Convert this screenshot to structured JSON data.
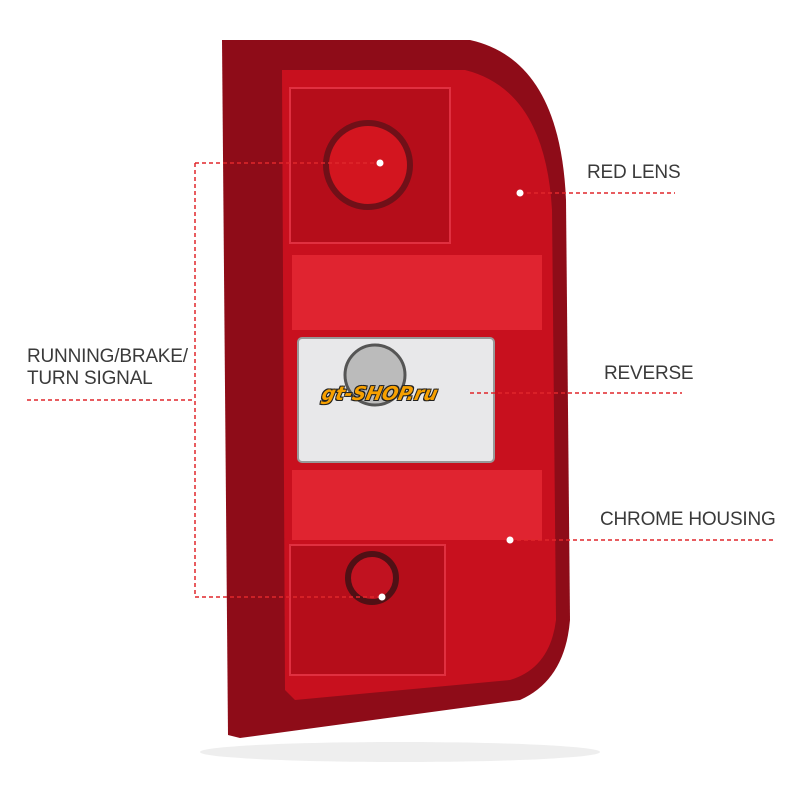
{
  "callouts": {
    "left": {
      "line1": "RUNNING/BRAKE/",
      "line2": "TURN SIGNAL"
    },
    "red_lens": "RED LENS",
    "reverse": "REVERSE",
    "chrome_housing": "CHROME HOUSING"
  },
  "watermark": "gt-SHOP.ru",
  "colors": {
    "accent": "#e0262b",
    "lens_red": "#c8101e",
    "housing_dark": "#8e0c18"
  }
}
